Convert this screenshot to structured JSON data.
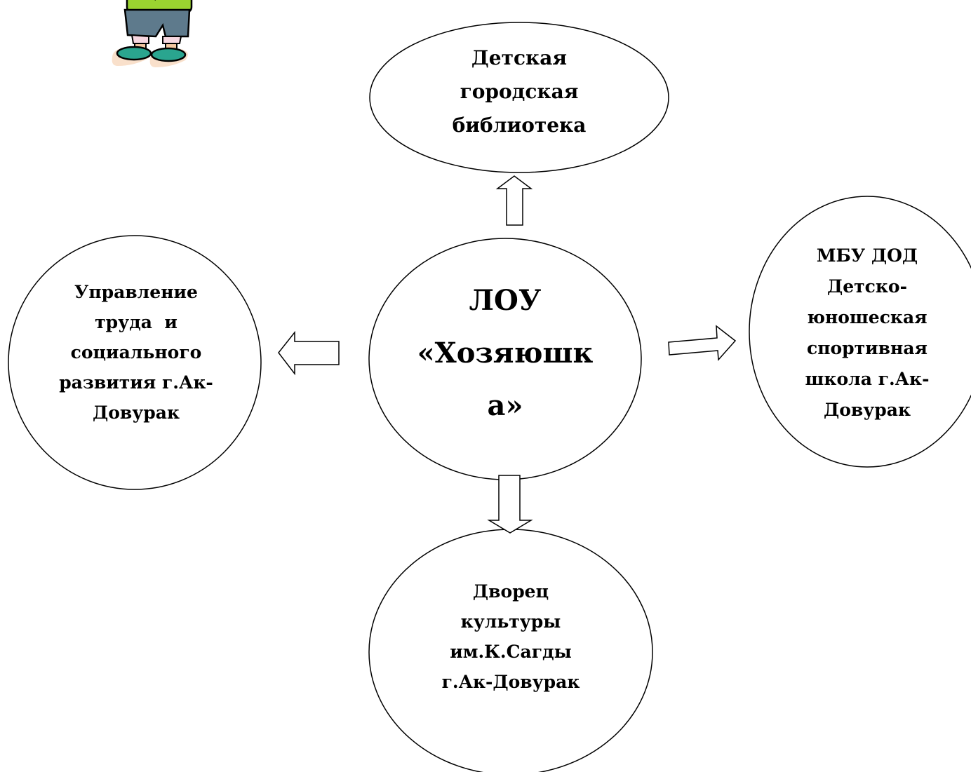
{
  "diagram": {
    "center": {
      "lines": [
        "ЛОУ",
        "«Хозяюшк",
        "а»"
      ]
    },
    "top": {
      "lines": [
        "Детская",
        "городская",
        "библиотека"
      ]
    },
    "left": {
      "lines": [
        "Управление",
        "труда  и",
        "социального",
        "развития г.Ак-",
        "Довурак"
      ]
    },
    "right": {
      "lines": [
        "МБУ ДОД",
        "Детско-",
        "юношеская",
        "спортивная",
        "школа г.Ак-",
        "Довурак"
      ]
    },
    "bottom": {
      "lines": [
        "Дворец",
        "культуры",
        "им.К.Сагды",
        "г.Ак-Довурак"
      ]
    }
  },
  "decoration": {
    "icon": "cartoon-child-clipart-icon",
    "colors": {
      "stroke": "#000000",
      "fill": "#ffffff",
      "shirt": "#9ad330",
      "shorts": "#5e7a8c",
      "shoes": "#2aa58f",
      "skin": "#f4c6a0"
    }
  }
}
